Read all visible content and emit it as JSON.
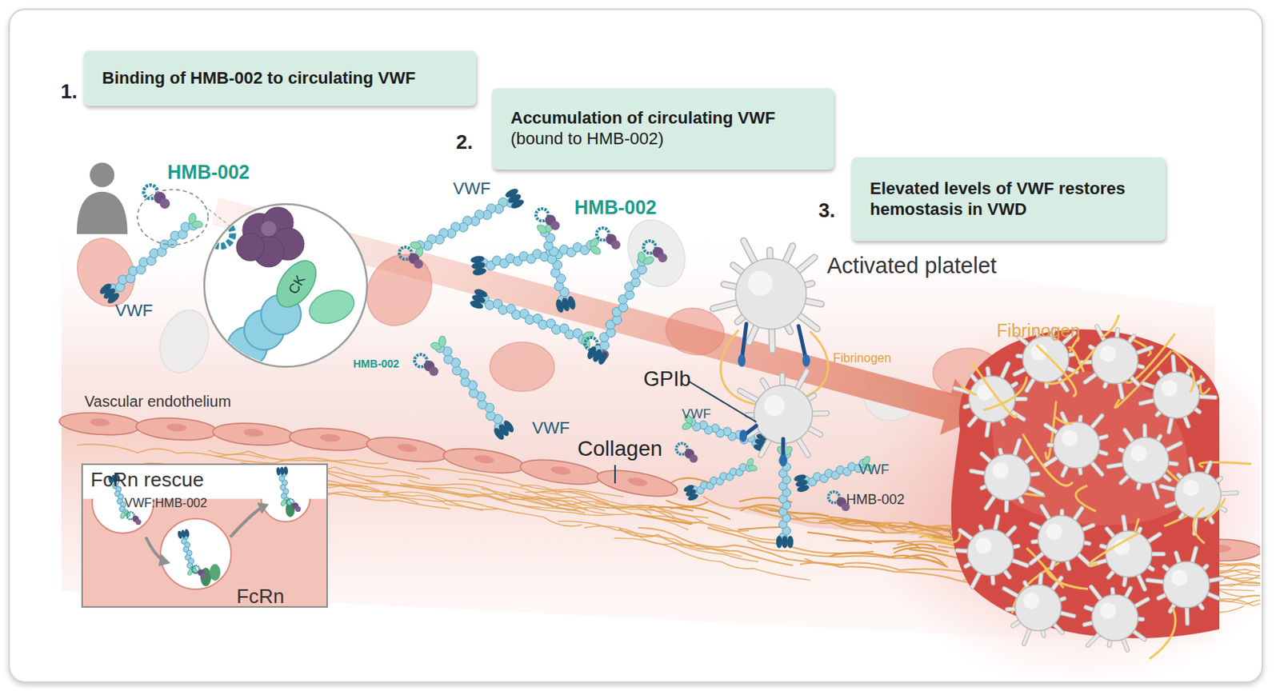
{
  "diagram": {
    "nodes": [
      {
        "text": [
          "1.",
          "Binding of HMB-002 to circulating VWF"
        ]
      },
      {
        "text": [
          "2.",
          "Accumulation of circulating VWF",
          "(bound to HMB-002)"
        ]
      },
      {
        "text": [
          "3.",
          "Elevated levels of VWF restores hemostasis in VWD"
        ]
      },
      {
        "text": [
          "FcRn rescue"
        ]
      }
    ],
    "labels": [
      "HMB-002",
      "VWF",
      "CK",
      "VWF",
      "HMB-002",
      "HMB-002",
      "VWF",
      "Vascular endothelium",
      "VWF:HMB-002",
      "FcRn",
      "Activated platelet",
      "Fibrinogen",
      "GPIb",
      "VWF",
      "Collagen",
      "VWF",
      "HMB-002",
      "Fibrinogen"
    ]
  }
}
